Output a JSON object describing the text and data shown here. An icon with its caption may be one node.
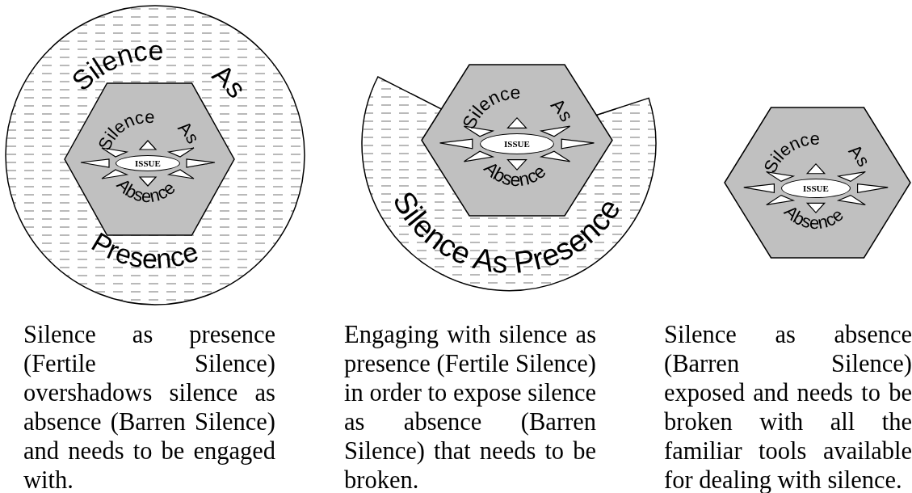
{
  "diagram": {
    "nodes": [
      {
        "text": [
          "Silence",
          "As",
          "Presence"
        ]
      },
      {
        "text": [
          "Silence",
          "As",
          "Absence"
        ],
        "in": 0
      },
      {
        "text": [
          "ISSUE"
        ],
        "in": 1
      },
      {
        "text": [
          "Silence As Presence"
        ]
      },
      {
        "text": [
          "Silence",
          "As",
          "Absence"
        ]
      },
      {
        "text": [
          "ISSUE"
        ],
        "in": 4
      },
      {
        "text": [
          "Silence",
          "As",
          "Absence"
        ]
      },
      {
        "text": [
          "ISSUE"
        ],
        "in": 6
      }
    ],
    "labels": [
      "Silence as presence (Fertile Silence) overshadows silence as absence (Barren Silence) and needs to be engaged with.",
      "Engaging with silence as presence (Fertile Silence) in order to expose silence as absence (Barren Silence) that needs to be broken.",
      "Silence as absence (Barren Silence) exposed and needs to be broken with all the familiar tools available for dealing with silence."
    ]
  }
}
